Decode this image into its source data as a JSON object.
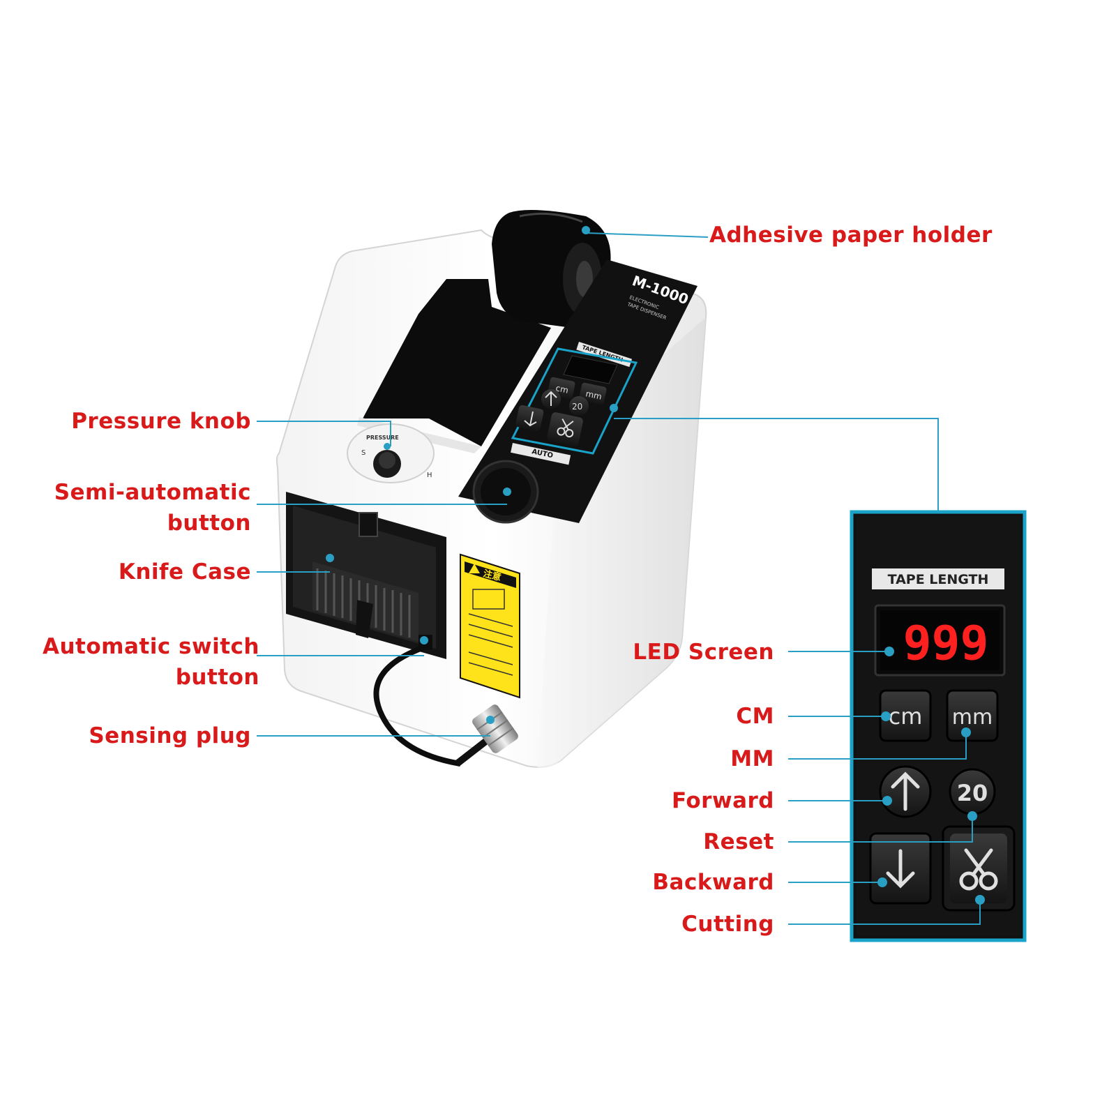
{
  "labels": {
    "adhesive_paper_holder": "Adhesive paper holder",
    "pressure_knob": "Pressure knob",
    "semi_automatic_button_1": "Semi-automatic",
    "semi_automatic_button_2": "button",
    "knife_case": "Knife Case",
    "automatic_switch_button_1": "Automatic switch",
    "automatic_switch_button_2": "button",
    "sensing_plug": "Sensing plug",
    "led_screen": "LED Screen",
    "cm": "CM",
    "mm": "MM",
    "forward": "Forward",
    "reset": "Reset",
    "backward": "Backward",
    "cutting": "Cutting"
  },
  "machine": {
    "model": "M-1000",
    "subtitle_1": "ELECTRONIC",
    "subtitle_2": "TAPE DISPENSER",
    "tape_length_small": "TAPE LENGTH",
    "auto": "AUTO",
    "pressure": "PRESSURE",
    "knob_s": "S",
    "knob_h": "H",
    "warning": "注意",
    "cm_key": "cm",
    "mm_key": "mm",
    "reset_key": "20"
  },
  "panel": {
    "title": "TAPE LENGTH",
    "display": "999",
    "cm_key": "cm",
    "mm_key": "mm",
    "reset_key": "20"
  },
  "colors": {
    "label_red": "#d91a1a",
    "leader_blue": "#2a9fc4",
    "led_red": "#ff2020",
    "panel_frame": "#1aa3c9"
  },
  "icons": [
    "arrow-up-icon",
    "arrow-down-icon",
    "scissors-icon",
    "warning-triangle-icon"
  ]
}
